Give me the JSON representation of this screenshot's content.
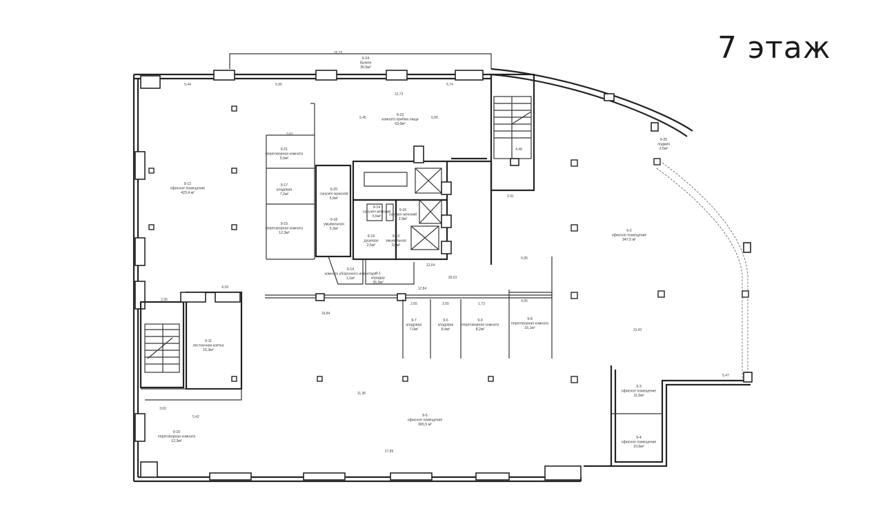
{
  "floor_title": "7 этаж",
  "rooms": [
    {
      "id": "r9-24",
      "num": "9-24",
      "name": "балкон",
      "area": "30,5м²"
    },
    {
      "id": "r9-23",
      "num": "9-23",
      "name": "комната приёма пищи",
      "area": "63,0м²"
    },
    {
      "id": "r9-12",
      "num": "9-12",
      "name": "офисное помещение",
      "area": "423,4 м²"
    },
    {
      "id": "r9-21",
      "num": "9-21",
      "name": "переговорная комната",
      "area": "5,9м²"
    },
    {
      "id": "r9-17",
      "num": "9-17",
      "name": "кладовая",
      "area": "7,2м²"
    },
    {
      "id": "r9-15",
      "num": "9-15",
      "name": "переговорная комната",
      "area": "12,3м²"
    },
    {
      "id": "r9-20",
      "num": "9-20",
      "name": "санузел мужской",
      "area": "5,9м²"
    },
    {
      "id": "r9-18",
      "num": "9-18",
      "name": "умывальная",
      "area": "5,3м²"
    },
    {
      "id": "r9-14",
      "num": "9-14",
      "name": "санузел женский",
      "area": "5,5м²"
    },
    {
      "id": "r9-16",
      "num": "9-16",
      "name": "санузел женский",
      "area": "2,9м²"
    },
    {
      "id": "r9-19",
      "num": "9-19",
      "name": "душевая",
      "area": "2,5м²"
    },
    {
      "id": "r9-13",
      "num": "9-13",
      "name": "умывальная",
      "area": "3,6м²"
    },
    {
      "id": "r9-14b",
      "num": "9-14",
      "name": "комната уборочного инвентаря",
      "area": "1,1м²"
    },
    {
      "id": "r9-1",
      "num": "9-1",
      "name": "коридор",
      "area": "35,3м²"
    },
    {
      "id": "r9-2",
      "num": "9-2",
      "name": "офисное помещение",
      "area": "347,5 м²"
    },
    {
      "id": "r9-25",
      "num": "9-25",
      "name": "лоджия",
      "area": "2,5м²"
    },
    {
      "id": "r9-11",
      "num": "9-11",
      "name": "лестничная клетка",
      "area": "15,3м²"
    },
    {
      "id": "r9-7",
      "num": "9-7",
      "name": "кладовая",
      "area": "7,0м²"
    },
    {
      "id": "r9-6",
      "num": "9-6",
      "name": "кладовая",
      "area": "8,4м²"
    },
    {
      "id": "r9-9",
      "num": "9-9",
      "name": "переговорная комната",
      "area": "8,2м²"
    },
    {
      "id": "r9-8",
      "num": "9-8",
      "name": "переговорная комната",
      "area": "16,1м²"
    },
    {
      "id": "r9-3",
      "num": "9-3",
      "name": "офисное помещение",
      "area": "11,5м²"
    },
    {
      "id": "r9-4",
      "num": "9-4",
      "name": "офисное помещение",
      "area": "10,6м²"
    },
    {
      "id": "r9-5",
      "num": "9-5",
      "name": "офисное помещение",
      "area": "365,5 м²"
    },
    {
      "id": "r9-10",
      "num": "9-10",
      "name": "переговорная комната",
      "area": "12,3м²"
    }
  ],
  "dimensions": [
    "16,25",
    "5,44",
    "5,95",
    "5,74",
    "12,73",
    "5,45",
    "5,85",
    "3,61",
    "4,48",
    "2,91",
    "2,36",
    "4,39",
    "5,95",
    "2,65",
    "2,65",
    "1,73",
    "4,95",
    "27,85",
    "5,47",
    "12,64",
    "12,84",
    "28,53",
    "19,84",
    "3,60",
    "5,42",
    "13,43",
    "11,36"
  ]
}
